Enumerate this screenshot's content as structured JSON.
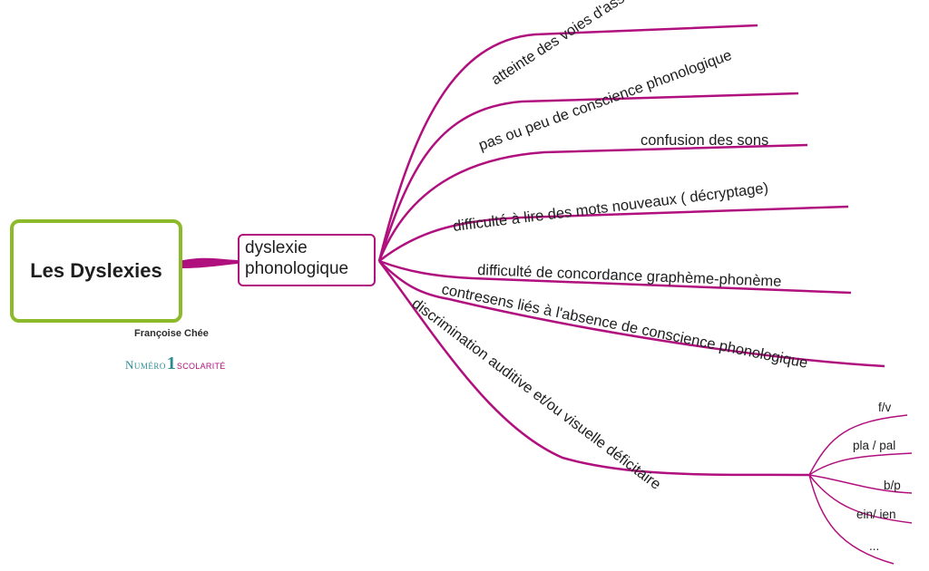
{
  "root": {
    "title": "Les Dyslexies"
  },
  "subtopic": {
    "line1": "dyslexie",
    "line2": "phonologique"
  },
  "credits": {
    "author": "Françoise Chée",
    "logo_part1": "Numéro",
    "logo_part2": "1",
    "logo_part3": "SCOLARITÉ"
  },
  "branches": [
    "atteinte des voies d'assemblages",
    "pas ou peu de conscience phonologique",
    "confusion des sons",
    "difficulté à lire des mots nouveaux ( décryptage)",
    "difficulté de concordance graphème-phonème",
    "contresens liés à l'absence de conscience phonologique",
    "discrimination auditive et/ou visuelle déficitaire"
  ],
  "leaves": [
    "f/v",
    "pla / pal",
    "b/p",
    "ein/ ien",
    "..."
  ],
  "colors": {
    "branch": "#b0107e",
    "root_border": "#8dba2a",
    "logo_teal": "#2a8a91"
  }
}
